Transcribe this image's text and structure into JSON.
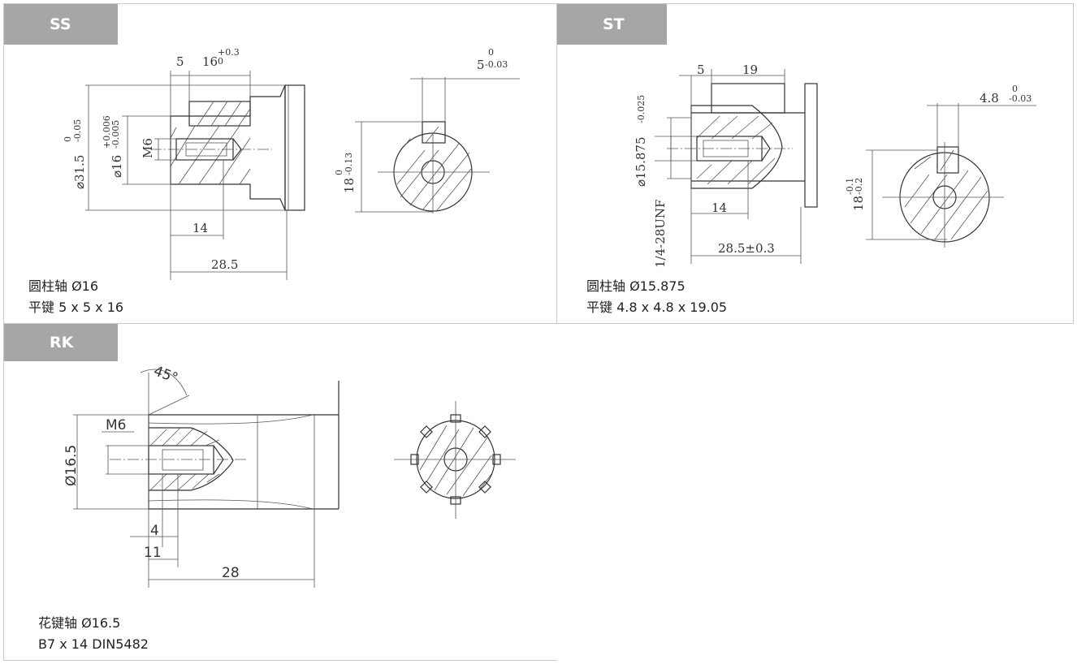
{
  "panels": {
    "ss": {
      "tab": "SS",
      "caption_line1": "圆柱轴 Ø16",
      "caption_line2": "平键 5 x 5 x 16",
      "dims": {
        "key_w": "5",
        "key_len": "16",
        "key_len_tol_up": "+0.3",
        "key_len_tol_lo": "0",
        "key_side": "5",
        "key_side_tol_up": "0",
        "key_side_tol_lo": "-0.03",
        "outer_dia": "⌀31.5",
        "outer_dia_tol_up": "0",
        "outer_dia_tol_lo": "-0.05",
        "shaft_dia": "⌀16",
        "shaft_dia_tol_up": "+0.006",
        "shaft_dia_tol_lo": "-0.005",
        "thread": "M6",
        "thread_depth": "14",
        "length": "28.5",
        "key_height": "18",
        "key_height_tol_up": "0",
        "key_height_tol_lo": "-0.13"
      }
    },
    "st": {
      "tab": "ST",
      "caption_line1": "圆柱轴 Ø15.875",
      "caption_line2": "平键 4.8 x 4.8 x 19.05",
      "dims": {
        "key_w": "5",
        "key_len": "19",
        "key_side": "4.8",
        "key_side_tol_up": "0",
        "key_side_tol_lo": "-0.03",
        "shaft_dia": "⌀15.875",
        "shaft_dia_tol": "-0.025",
        "thread": "1/4-28UNF",
        "thread_depth": "14",
        "length": "28.5±0.3",
        "key_height": "18",
        "key_height_tol_up": "-0.1",
        "key_height_tol_lo": "-0.2"
      }
    },
    "rk": {
      "tab": "RK",
      "caption_line1": "花键轴 Ø16.5",
      "caption_line2": "B7 x 14  DIN5482",
      "dims": {
        "angle": "45°",
        "thread": "M6",
        "dia": "Ø16.5",
        "d4": "4",
        "d11": "11",
        "length": "28"
      }
    }
  }
}
